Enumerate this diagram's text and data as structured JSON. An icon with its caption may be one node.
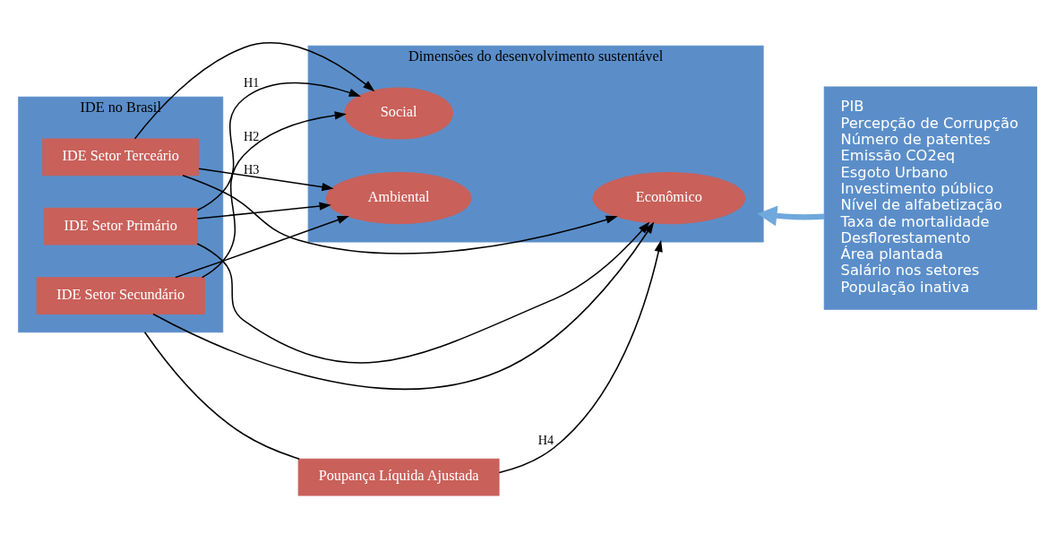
{
  "diagram": {
    "nodes": [
      {
        "text": [
          "IDE no Brasil"
        ]
      },
      {
        "text": [
          "IDE Setor Primário"
        ],
        "in": 0
      },
      {
        "text": [
          "IDE Setor Secundário"
        ],
        "in": 0
      },
      {
        "text": [
          "IDE Setor Terceário"
        ],
        "in": 0
      },
      {
        "text": [
          "Dimensões do desenvolvimento sustentável"
        ]
      },
      {
        "text": [
          "Social"
        ],
        "in": 4
      },
      {
        "text": [
          "Econômico"
        ],
        "in": 4
      },
      {
        "text": [
          "Ambiental"
        ],
        "in": 4
      },
      {
        "text": [
          "PIB",
          "Percepção de Corrupção",
          "Número de patentes",
          "Emissão CO2eq",
          "Esgoto Urbano",
          "Investimento público",
          "Nível de alfabetização",
          "Taxa de mortalidade",
          "Desflorestamento",
          "Área plantada",
          "Salário nos setores",
          "População inativa"
        ]
      },
      {
        "text": [
          "Poupança Líquida Ajustada"
        ]
      }
    ],
    "edges": [
      {
        "from": 1,
        "to": 5,
        "arrow": "to",
        "label": "H1"
      },
      {
        "from": 1,
        "to": 6,
        "arrow": "to"
      },
      {
        "from": 1,
        "to": 7,
        "arrow": "to"
      },
      {
        "from": 2,
        "to": 5,
        "arrow": "to",
        "label": "H2"
      },
      {
        "from": 2,
        "to": 6,
        "arrow": "to"
      },
      {
        "from": 2,
        "to": 7,
        "arrow": "to"
      },
      {
        "from": 3,
        "to": 5,
        "arrow": "to"
      },
      {
        "from": 3,
        "to": 6,
        "arrow": "to"
      },
      {
        "from": 3,
        "to": 7,
        "arrow": "to",
        "label": "H3"
      },
      {
        "from": 0,
        "to": 9,
        "arrow": "none"
      },
      {
        "from": 9,
        "to": 4,
        "arrow": "to",
        "label": "H4"
      },
      {
        "from": 8,
        "to": 4,
        "arrow": "to",
        "style": "thick",
        "color": "#6fa8dc"
      }
    ]
  }
}
